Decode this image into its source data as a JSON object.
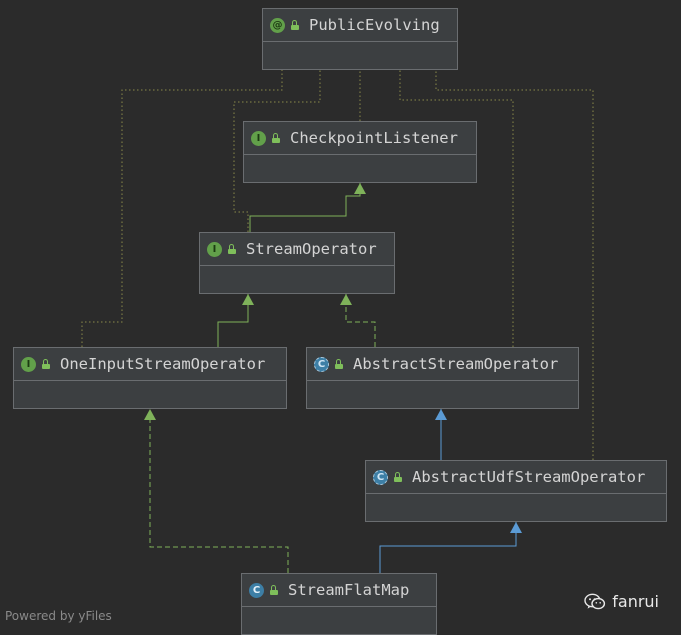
{
  "nodes": [
    {
      "id": "public_evolving",
      "name": "PublicEvolving",
      "kind": "annotation",
      "badge": "@"
    },
    {
      "id": "checkpoint_listener",
      "name": "CheckpointListener",
      "kind": "interface",
      "badge": "I"
    },
    {
      "id": "stream_operator",
      "name": "StreamOperator",
      "kind": "interface",
      "badge": "I"
    },
    {
      "id": "one_input_stream_operator",
      "name": "OneInputStreamOperator",
      "kind": "interface",
      "badge": "I"
    },
    {
      "id": "abstract_stream_operator",
      "name": "AbstractStreamOperator",
      "kind": "abstract-class",
      "badge": "C"
    },
    {
      "id": "abstract_udf_stream_operator",
      "name": "AbstractUdfStreamOperator",
      "kind": "abstract-class",
      "badge": "C"
    },
    {
      "id": "stream_flat_map",
      "name": "StreamFlatMap",
      "kind": "class",
      "badge": "C"
    }
  ],
  "edges": [
    {
      "from": "stream_operator",
      "to": "checkpoint_listener",
      "type": "extends-interface"
    },
    {
      "from": "one_input_stream_operator",
      "to": "stream_operator",
      "type": "extends-interface"
    },
    {
      "from": "abstract_stream_operator",
      "to": "stream_operator",
      "type": "implements"
    },
    {
      "from": "abstract_udf_stream_operator",
      "to": "abstract_stream_operator",
      "type": "extends-class"
    },
    {
      "from": "stream_flat_map",
      "to": "abstract_udf_stream_operator",
      "type": "extends-class"
    },
    {
      "from": "stream_flat_map",
      "to": "one_input_stream_operator",
      "type": "implements"
    },
    {
      "from": "checkpoint_listener",
      "to": "public_evolving",
      "type": "annotated-by"
    },
    {
      "from": "stream_operator",
      "to": "public_evolving",
      "type": "annotated-by"
    },
    {
      "from": "one_input_stream_operator",
      "to": "public_evolving",
      "type": "annotated-by"
    },
    {
      "from": "abstract_stream_operator",
      "to": "public_evolving",
      "type": "annotated-by"
    },
    {
      "from": "abstract_udf_stream_operator",
      "to": "public_evolving",
      "type": "annotated-by"
    }
  ],
  "colors": {
    "background": "#2b2b2b",
    "node_fill": "#3c3f41",
    "node_border": "#6a6d70",
    "interface_edge": "#7fb25a",
    "class_edge": "#5b9bd5",
    "annotation_edge": "#8a8a4a"
  },
  "footer": "Powered by yFiles",
  "watermark": "fanrui"
}
